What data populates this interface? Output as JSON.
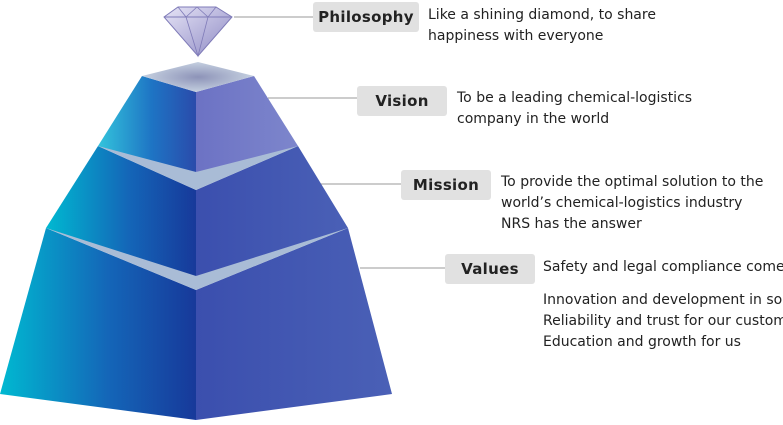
{
  "levels": [
    {
      "label": "Philosophy",
      "lines": [
        "Like a shining diamond, to share",
        "happiness with everyone"
      ]
    },
    {
      "label": "Vision",
      "lines": [
        "To be a leading chemical-logistics",
        "company in the world"
      ]
    },
    {
      "label": "Mission",
      "lines": [
        "To provide the optimal solution to the",
        "world’s chemical-logistics industry",
        "NRS has the answer"
      ]
    },
    {
      "label": "Values",
      "lines": [
        "Safety and legal compliance come first",
        "Innovation and development in society",
        "Reliability and trust for our customers",
        "Education and growth for us"
      ]
    }
  ],
  "colors": {
    "pill_bg": "#e1e1e1",
    "pyramid_left_start": "#00b8d0",
    "pyramid_left_end": "#1a3f9e",
    "pyramid_right": "#3f56ad",
    "ledge": "#a9bcd6",
    "diamond": "#a9a6d6"
  }
}
